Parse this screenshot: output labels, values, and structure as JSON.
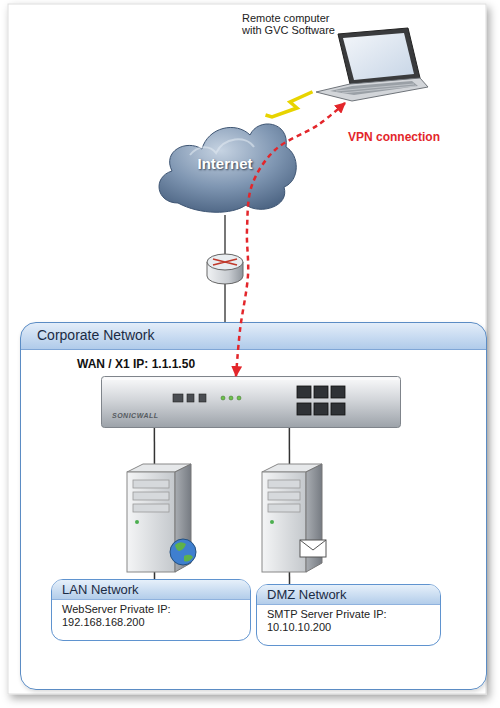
{
  "diagram": {
    "nodes": [
      {
        "text": [
          "Remote computer with GVC Software"
        ]
      },
      {
        "text": [
          "Internet"
        ]
      },
      {
        "text": [
          "Corporate Network"
        ]
      },
      {
        "text": [
          "WAN / X1 IP: 1.1.1.50"
        ],
        "in": 2
      },
      {
        "text": [
          "LAN Network",
          "WebServer Private IP: 192.168.168.200"
        ],
        "in": 2
      },
      {
        "text": [
          "DMZ Network",
          "SMTP Server Private IP: 10.10.10.200"
        ],
        "in": 2
      }
    ],
    "edges": [
      {
        "from": 0,
        "to": 1,
        "arrow": "none"
      },
      {
        "from": 1,
        "to": 2,
        "arrow": "none"
      },
      {
        "from": 0,
        "to": 3,
        "arrow": "both",
        "label": "VPN connection"
      },
      {
        "from": 3,
        "to": 4,
        "arrow": "none"
      },
      {
        "from": 3,
        "to": 5,
        "arrow": "none"
      }
    ],
    "labels": [
      "SONICWALL"
    ]
  }
}
